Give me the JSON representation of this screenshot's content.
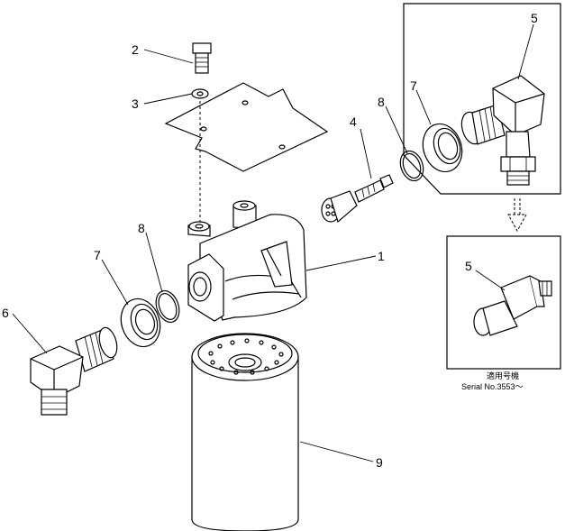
{
  "callouts": {
    "n1": "1",
    "n2": "2",
    "n3": "3",
    "n4": "4",
    "n5_top": "5",
    "n5_inset": "5",
    "n6": "6",
    "n7_left": "7",
    "n7_right": "7",
    "n8_left": "8",
    "n8_right": "8",
    "n9": "9"
  },
  "inset_note": {
    "line1": "適用号機",
    "line2": "Serial No.3553～"
  }
}
